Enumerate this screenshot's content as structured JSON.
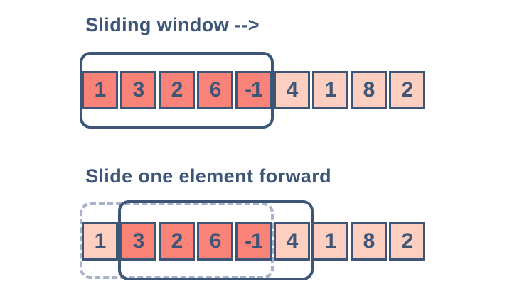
{
  "colors": {
    "navy": "#3d5577",
    "cell_active": "#f98379",
    "cell_inactive": "#fdcfc0",
    "dashed_border": "#a8b2c8",
    "background": "#ffffff"
  },
  "diagrams": [
    {
      "title": "Sliding window -->",
      "values": [
        "1",
        "3",
        "2",
        "6",
        "-1",
        "4",
        "1",
        "8",
        "2"
      ],
      "active_indices": [
        0,
        1,
        2,
        3,
        4
      ],
      "windows": [
        {
          "style": "solid",
          "start_index": 0,
          "span": 5
        }
      ]
    },
    {
      "title": "Slide one element forward",
      "values": [
        "1",
        "3",
        "2",
        "6",
        "-1",
        "4",
        "1",
        "8",
        "2"
      ],
      "active_indices": [
        1,
        2,
        3,
        4
      ],
      "windows": [
        {
          "style": "dashed",
          "start_index": 0,
          "span": 5
        },
        {
          "style": "solid",
          "start_index": 1,
          "span": 5
        }
      ]
    }
  ]
}
